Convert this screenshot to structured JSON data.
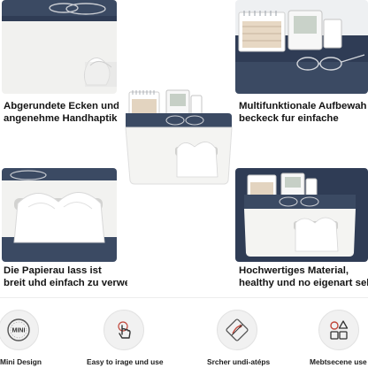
{
  "captions": {
    "top_left": [
      "Abgerundete Ecken und",
      "angenehme Handhaptik"
    ],
    "top_right": [
      "Multifunktionale Aufbewah",
      "beckeck fur einfache"
    ],
    "mid_left": [
      "Die Papierau lass ist",
      "breit uhd einfach zu verwemen"
    ],
    "mid_right": [
      "Hochwertiges Material,",
      "healthy und no eigenart sel"
    ]
  },
  "features": [
    {
      "label": "Mini Design",
      "icon": "mini-badge-icon",
      "badge_text": "MINI"
    },
    {
      "label": "Easy to irage und use",
      "icon": "hand-tap-icon"
    },
    {
      "label": "Srcher undi-atéps",
      "icon": "anti-slip-icon"
    },
    {
      "label": "Mebtsecene use",
      "icon": "grid-shapes-icon"
    }
  ],
  "colors": {
    "lid": "#3b4a63",
    "body": "#f4f4f2",
    "panel_bg": "#2f3c55",
    "accent": "#c0473b"
  }
}
